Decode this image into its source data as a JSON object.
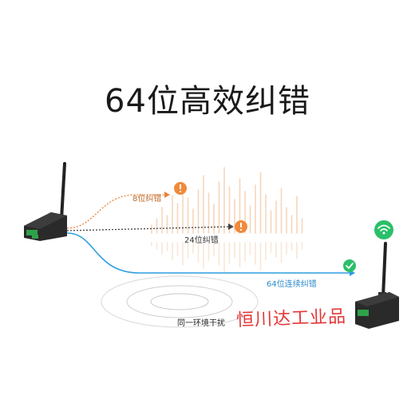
{
  "title": "64位高效纠错",
  "paths": {
    "label_8": "8位纠错",
    "label_24": "24位纠错",
    "label_64": "64位连续纠错"
  },
  "environment_label": "同一环境干扰",
  "watermark": "恒川达工业品",
  "colors": {
    "orange": "#e8823a",
    "blue": "#2c9ee0",
    "green": "#2bbf6a",
    "warning": "#f08a3c",
    "signal_bars": "#f3c9a6"
  },
  "icons": {
    "warning": "exclamation-circle-icon",
    "ok": "check-circle-icon",
    "wifi": "wifi-signal-icon"
  }
}
